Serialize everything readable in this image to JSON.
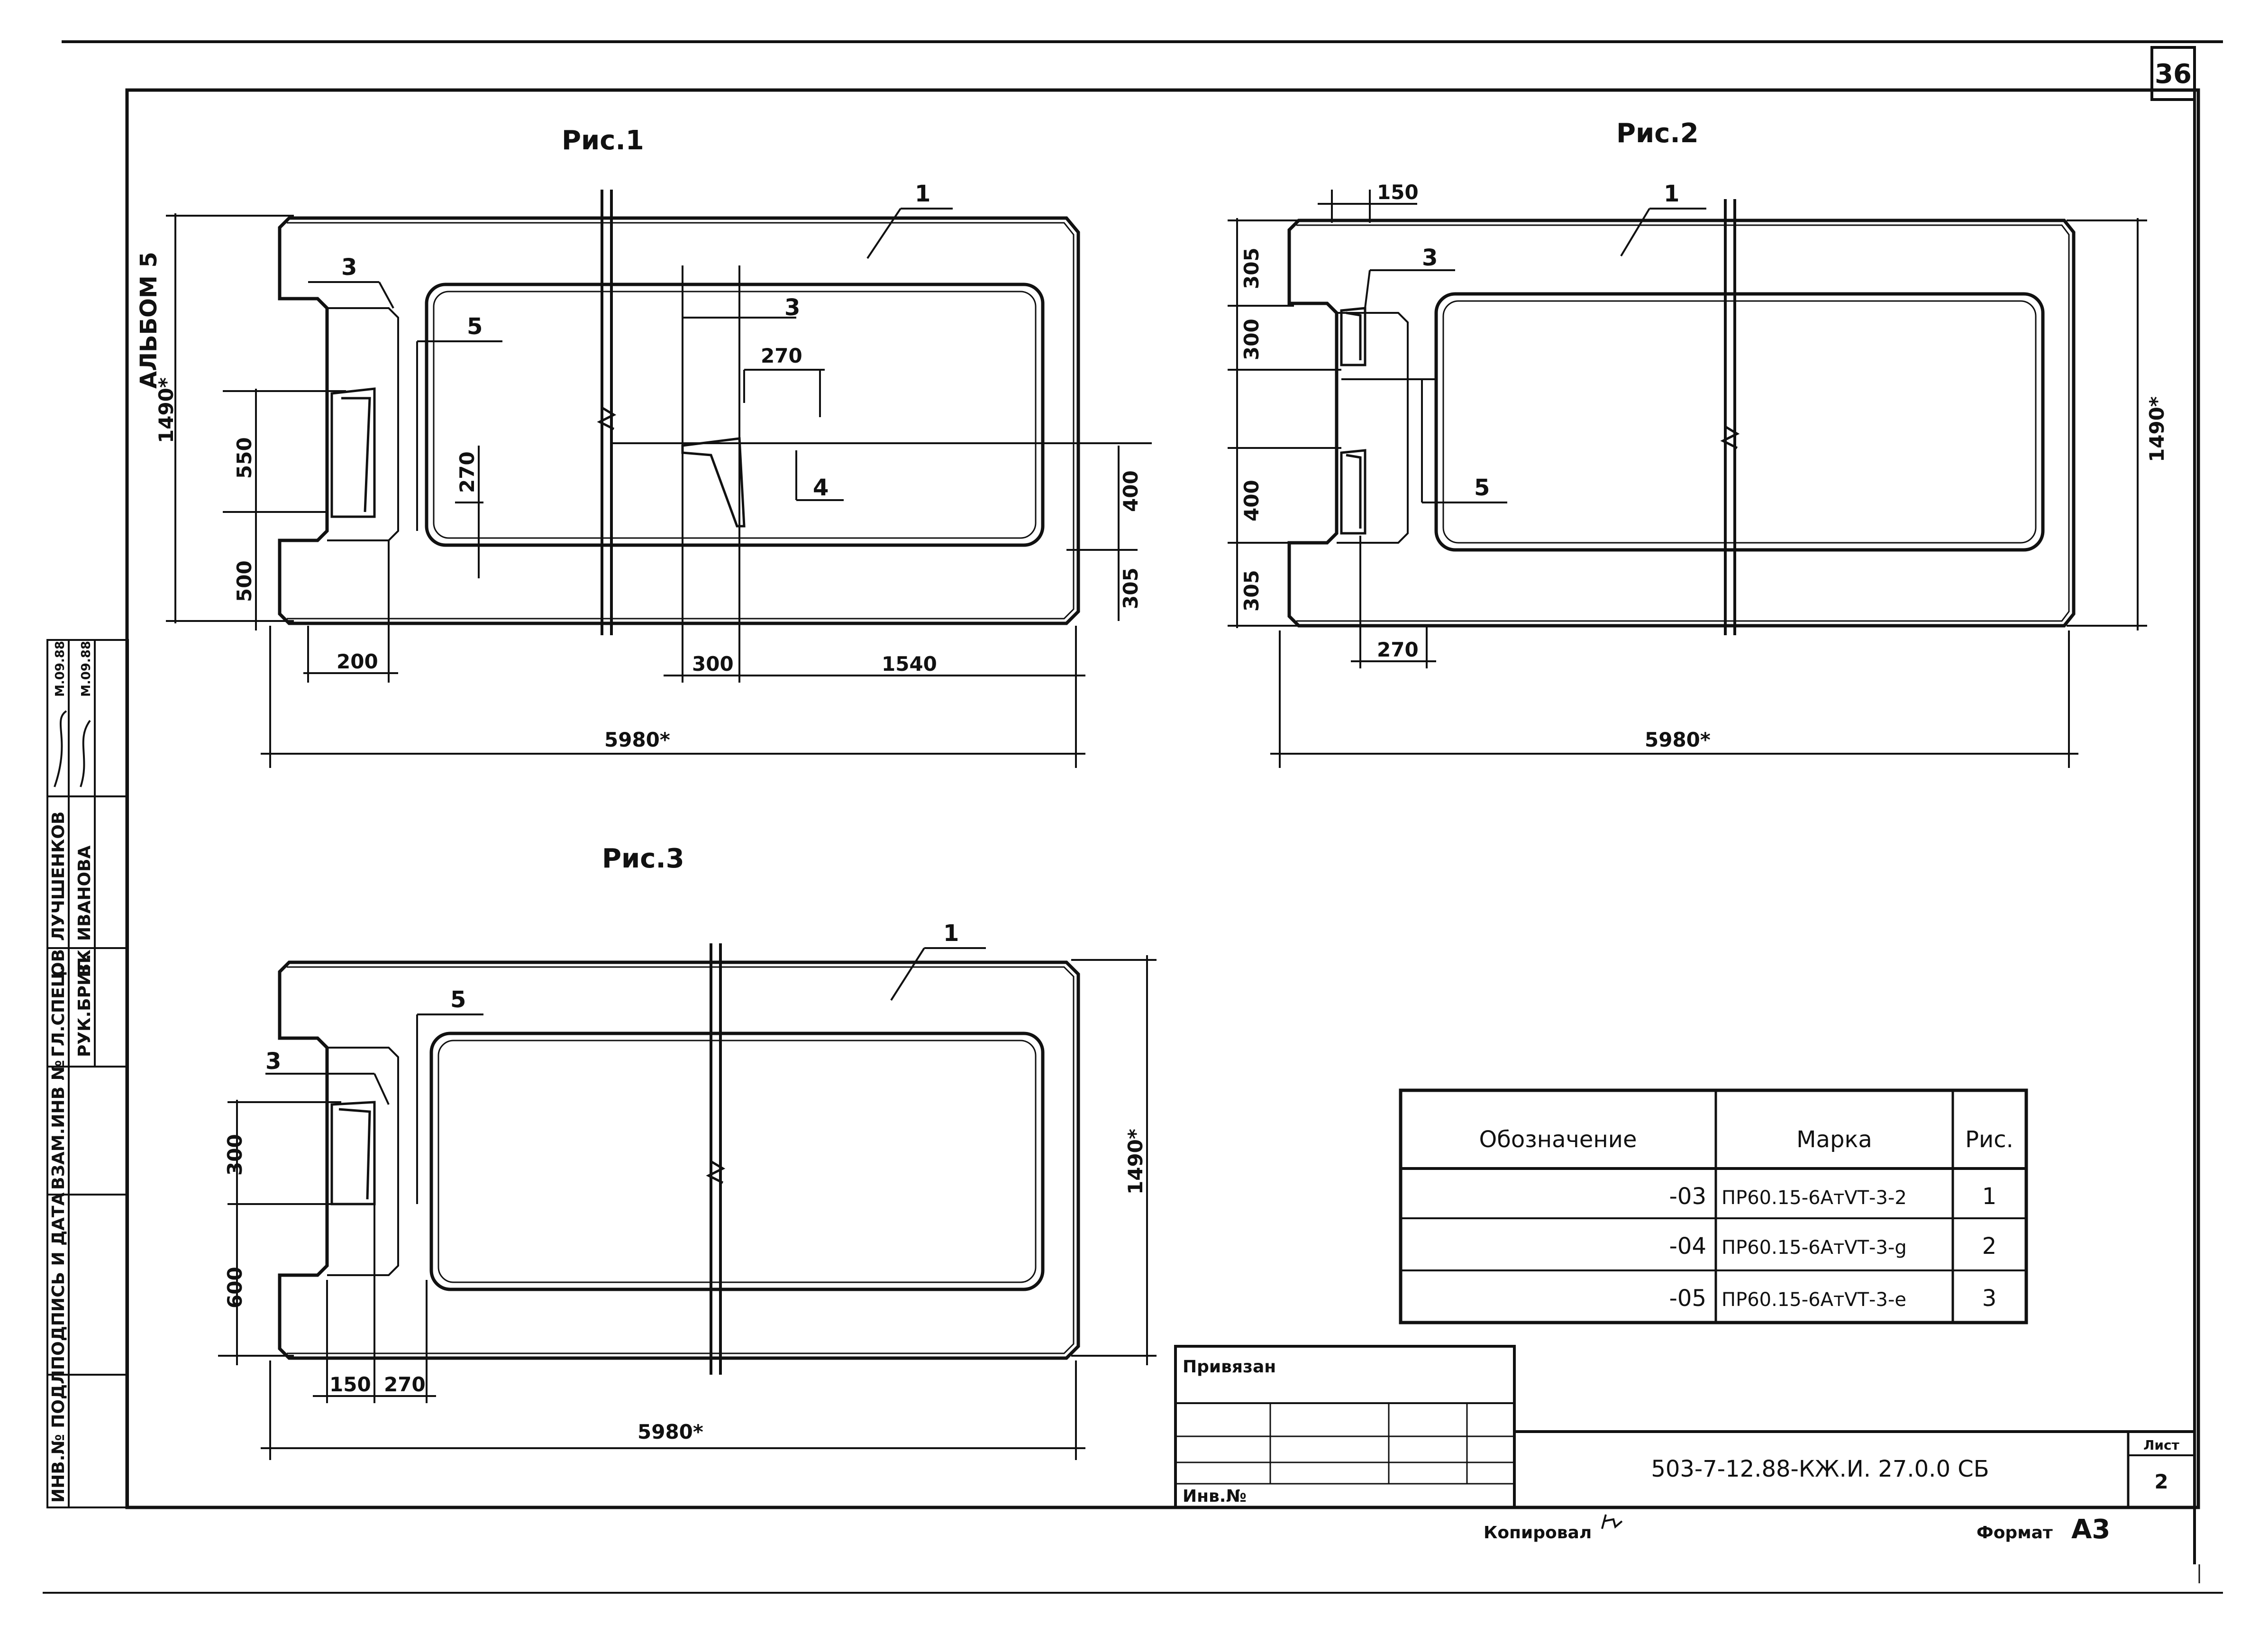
{
  "sheet_number": "36",
  "album_label": "АЛЬБОМ 5",
  "figures": [
    {
      "title": "Рис.1",
      "labels": [
        "1",
        "3",
        "5",
        "3",
        "4"
      ],
      "dims": [
        "1490*",
        "550",
        "500",
        "270",
        "270",
        "400",
        "305",
        "200",
        "300",
        "1540",
        "5980*"
      ]
    },
    {
      "title": "Рис.2",
      "labels": [
        "1",
        "3",
        "5"
      ],
      "dims": [
        "150",
        "305",
        "300",
        "400",
        "305",
        "270",
        "1490*",
        "5980*"
      ]
    },
    {
      "title": "Рис.3",
      "labels": [
        "1",
        "5",
        "3"
      ],
      "dims": [
        "300",
        "600",
        "150",
        "270",
        "1490*",
        "5980*"
      ]
    }
  ],
  "spec_table": {
    "headers": [
      "Обозначение",
      "Марка",
      "Рис."
    ],
    "rows": [
      {
        "oboz": "-03",
        "marka": "ПР60.15-6АтⅤТ-3-2",
        "ris": "1"
      },
      {
        "oboz": "-04",
        "marka": "ПР60.15-6АтⅤТ-3-g",
        "ris": "2"
      },
      {
        "oboz": "-05",
        "marka": "ПР60.15-6АтⅤТ-3-е",
        "ris": "3"
      }
    ]
  },
  "stamp": {
    "privyazan": "Привязан",
    "inv_no": "Инв.№",
    "doc_code": "503-7-12.88-КЖ.И. 27.0.0 СБ",
    "list_label": "Лист",
    "list_no": "2",
    "kopiroval": "Копировал",
    "format_label": "Формат",
    "format_value": "А3"
  },
  "side_stamp": {
    "gl_spec": "ГЛ.СПЕЦ.",
    "gl_spec_dept": "ОВ",
    "ruk_brig": "РУК.БРИГ.",
    "ruk_brig_dept": "ВК",
    "name1": "ЛУЧШЕНКОВ",
    "name2": "ИВАНОВА",
    "date1": "М.09.88",
    "date2": "М.09.88",
    "vzam_inv": "ВЗАМ.ИНВ №",
    "podpis_data": "ПОДПИСЬ И ДАТА",
    "inv_podl": "ИНВ.№ ПОДЛ."
  }
}
